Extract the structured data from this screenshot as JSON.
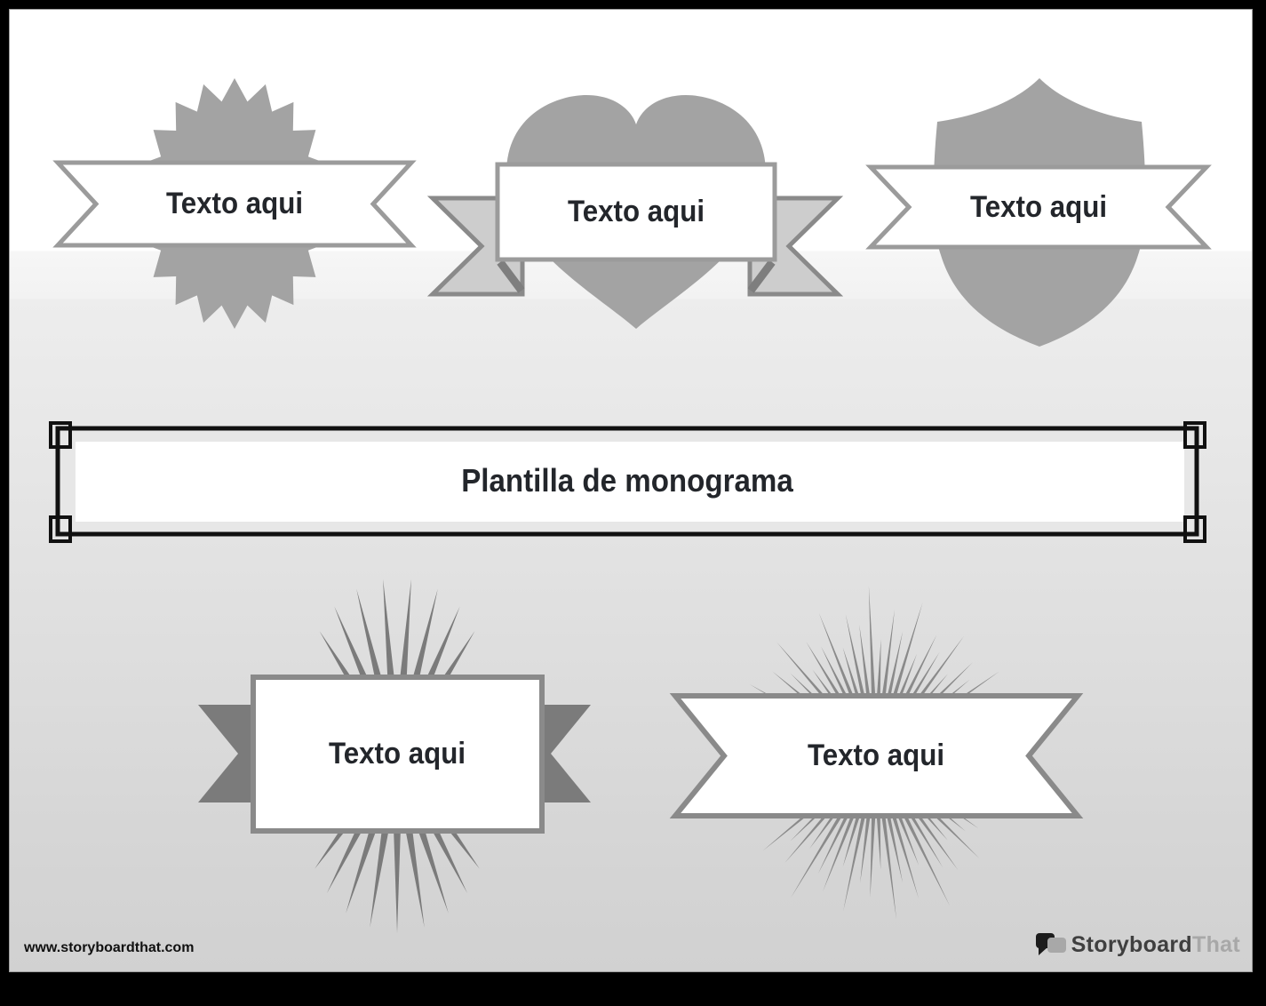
{
  "page": {
    "title": "Plantilla de monograma"
  },
  "badges": {
    "seal": {
      "label": "Texto aqui"
    },
    "heart": {
      "label": "Texto aqui"
    },
    "shield": {
      "label": "Texto aqui"
    },
    "spiked": {
      "label": "Texto aqui"
    },
    "burst": {
      "label": "Texto aqui"
    }
  },
  "footer": {
    "url": "www.storyboardthat.com",
    "logo_storyboard": "Storyboard",
    "logo_that": "That"
  },
  "colors": {
    "shape_gray": "#a3a3a3",
    "banner_fill": "#ffffff",
    "banner_border": "#9b9b9b",
    "dark_ribbon": "#7b7b7b",
    "ray_gray": "#8a8a8a",
    "tail_fill": "#cdcdcd",
    "tail_border": "#8a8a8a",
    "fold_gray": "#7e7e7e",
    "frame_black": "#111111",
    "text_dark": "#23262b",
    "logo_dark": "#3f3f3f",
    "logo_gray": "#a8a8a8"
  }
}
